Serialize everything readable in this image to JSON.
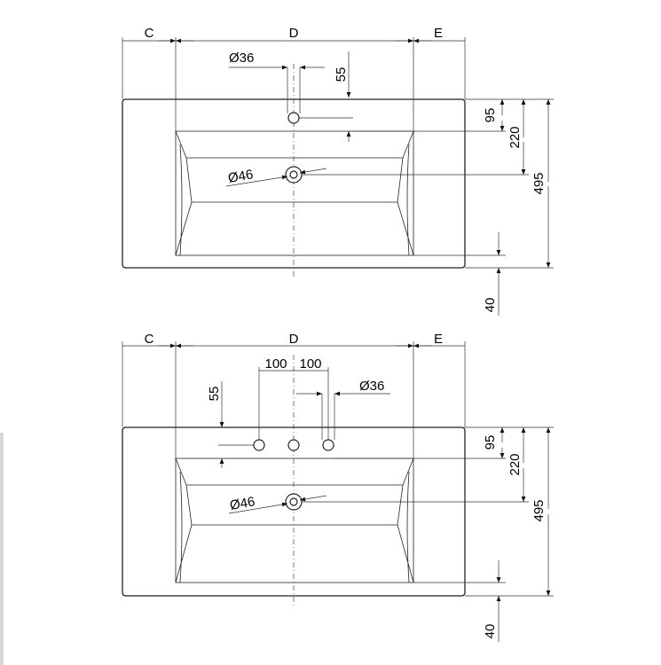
{
  "view_top": {
    "label_c": "C",
    "label_d": "D",
    "label_e": "E",
    "tap_hole_diameter": "Ø36",
    "tap_hole_offset": "55",
    "drain_diameter": "Ø46",
    "dim_95": "95",
    "dim_220": "220",
    "dim_495": "495",
    "dim_40": "40"
  },
  "view_bottom": {
    "label_c": "C",
    "label_d": "D",
    "label_e": "E",
    "spacing_left": "100",
    "spacing_right": "100",
    "tap_hole_diameter": "Ø36",
    "tap_hole_offset": "55",
    "drain_diameter": "Ø46",
    "dim_95": "95",
    "dim_220": "220",
    "dim_495": "495",
    "dim_40": "40"
  }
}
